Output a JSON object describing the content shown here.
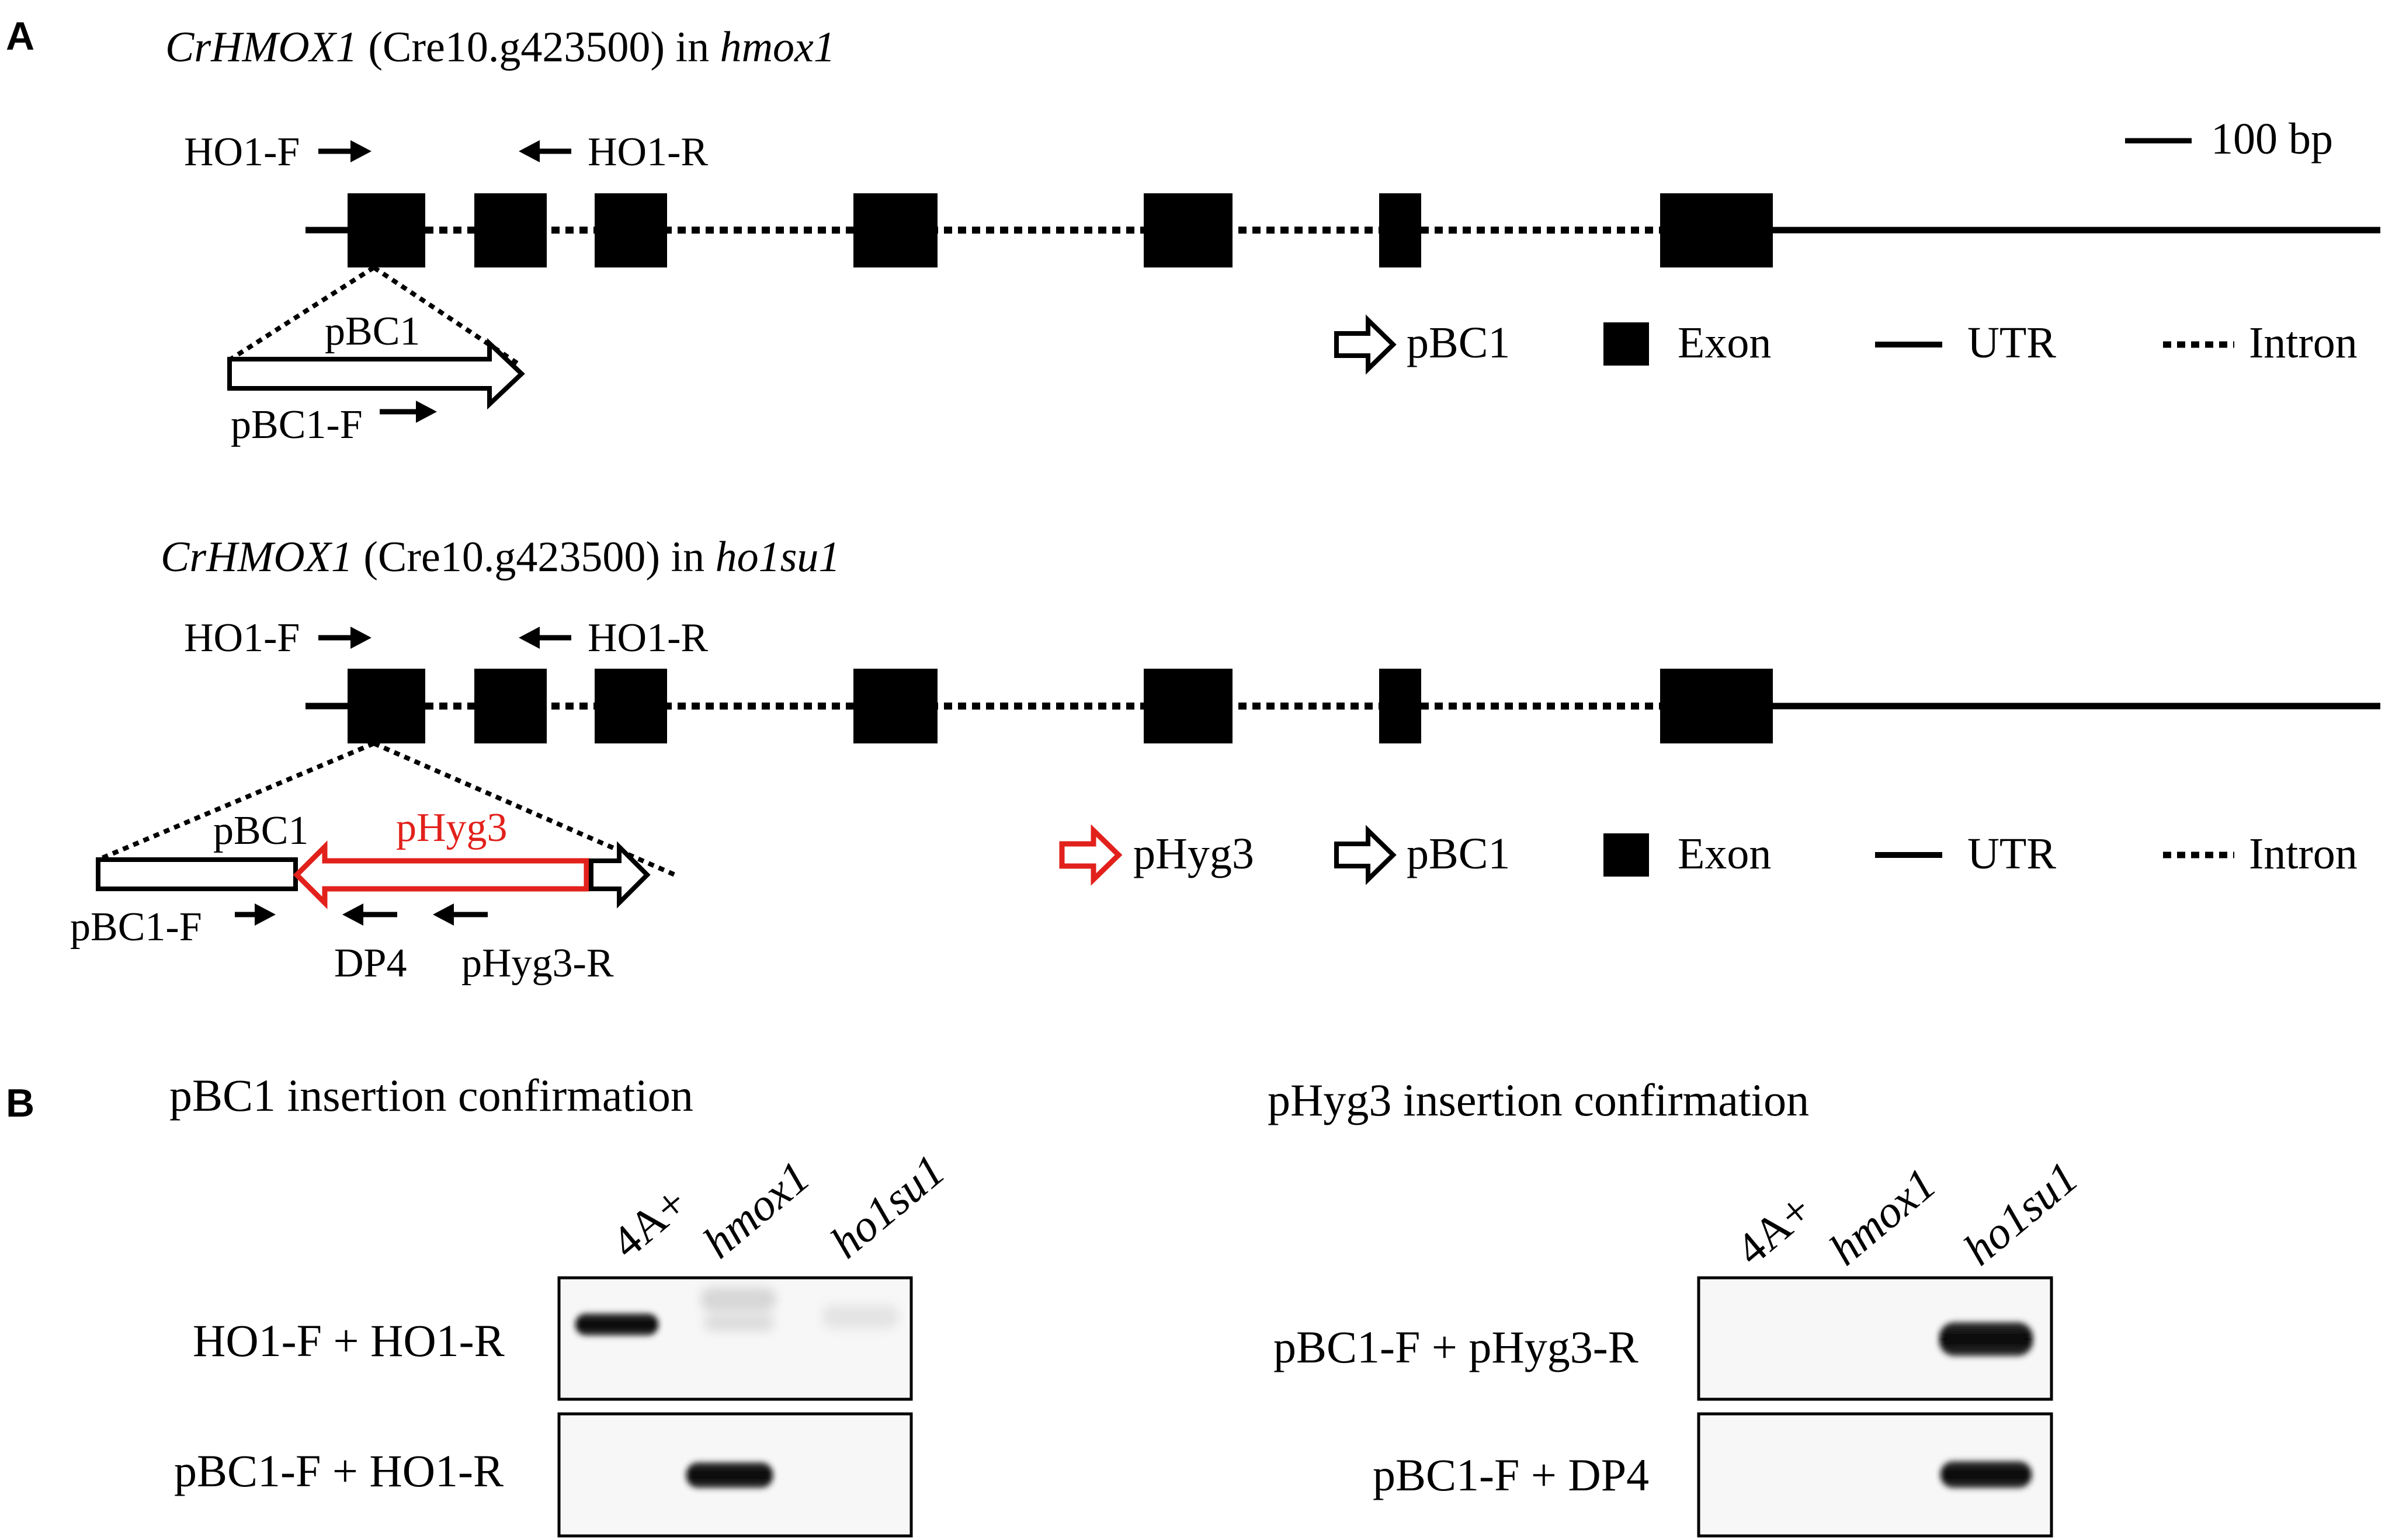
{
  "panels": {
    "A": {
      "letter": "A",
      "top": {
        "gene": "CrHMOX1",
        "locus": " (Cre10.g423500) in ",
        "allele": "hmox1",
        "primer_f": "HO1-F",
        "primer_r": "HO1-R",
        "insert_label": "pBC1",
        "insert_primer": "pBC1-F",
        "scale_label": "100 bp",
        "legend": {
          "pbc1": "pBC1",
          "exon": "Exon",
          "utr": "UTR",
          "intron": "Intron"
        }
      },
      "bottom": {
        "gene": "CrHMOX1",
        "locus": " (Cre10.g423500) in ",
        "allele": "ho1su1",
        "primer_f": "HO1-F",
        "primer_r": "HO1-R",
        "insert_label_pbc1": "pBC1",
        "insert_label_phyg3": "pHyg3",
        "insert_primer_pbc1": "pBC1-F",
        "insert_primer_dp4": "DP4",
        "insert_primer_phyg3": "pHyg3-R",
        "legend": {
          "phyg3": "pHyg3",
          "pbc1": "pBC1",
          "exon": "Exon",
          "utr": "UTR",
          "intron": "Intron"
        }
      }
    },
    "B": {
      "letter": "B",
      "left": {
        "title": "pBC1 insertion confirmation",
        "lanes": [
          "4A+",
          "hmox1",
          "ho1su1"
        ],
        "rows": [
          "HO1-F + HO1-R",
          "pBC1-F + HO1-R"
        ]
      },
      "right": {
        "title": "pHyg3 insertion confirmation",
        "lanes": [
          "4A+",
          "hmox1",
          "ho1su1"
        ],
        "rows": [
          "pBC1-F + pHyg3-R",
          "pBC1-F + DP4"
        ]
      }
    }
  },
  "colors": {
    "ink": "#000000",
    "phyg3": "#e2211c",
    "gel_background": "#f7f7f7",
    "band": "#0a0a0a"
  }
}
